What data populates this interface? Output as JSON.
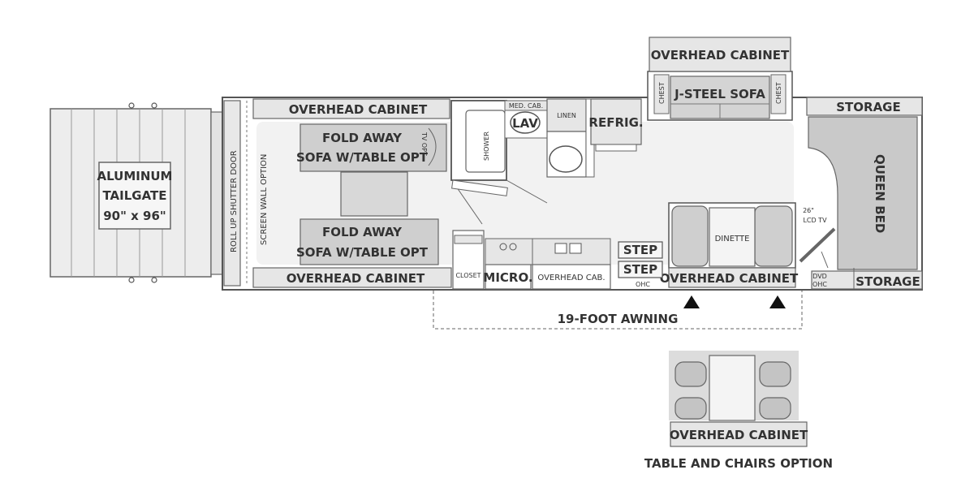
{
  "labels": {
    "tailgate_1": "ALUMINUM",
    "tailgate_2": "TAILGATE",
    "tailgate_3": "90\" x 96\"",
    "roll_up_door": "ROLL UP SHUTTER DOOR",
    "screen_wall": "SCREEN WALL OPTION",
    "overhead_top_left": "OVERHEAD CABINET",
    "overhead_bottom_left": "OVERHEAD CABINET",
    "fold_sofa_top_1": "FOLD AWAY",
    "fold_sofa_top_2": "SOFA W/TABLE OPT",
    "fold_sofa_bottom_1": "FOLD AWAY",
    "fold_sofa_bottom_2": "SOFA W/TABLE OPT",
    "tv_opt": "TV OPT",
    "med_cab": "MED. CAB.",
    "lav": "LAV",
    "shower": "SHOWER",
    "linen": "LINEN",
    "refrig": "REFRIG.",
    "overhead_slide_top": "OVERHEAD CABINET",
    "chest_left": "CHEST",
    "chest_right": "CHEST",
    "sofa": "J-STEEL SOFA",
    "storage_top": "STORAGE",
    "queen_bed": "QUEEN BED",
    "lcd_tv_1": "26\"",
    "lcd_tv_2": "LCD TV",
    "dinette": "DINETTE",
    "overhead_dinette": "OVERHEAD CABINET",
    "storage_bottom": "STORAGE",
    "dvd": "DVD",
    "ohc_small": "OHC",
    "closet": "CLOSET",
    "micro": "MICRO.",
    "overhead_cab_kitchen": "OVERHEAD CAB.",
    "step_1": "STEP",
    "step_2": "STEP",
    "ohc_step": "OHC",
    "awning": "19-FOOT AWNING",
    "option_overhead": "OVERHEAD CABINET",
    "option_caption": "TABLE AND CHAIRS OPTION"
  },
  "colors": {
    "line": "#555555",
    "floor": "#f2f2f2",
    "cabinet": "#e6e6e6",
    "furniture": "#cfcfcf",
    "bed": "#c9c9c9",
    "text": "#333333"
  }
}
